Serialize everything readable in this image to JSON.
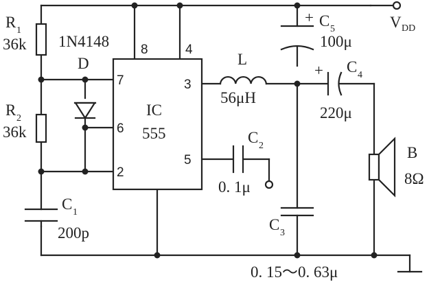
{
  "supply": {
    "label": "V",
    "sub": "DD"
  },
  "ic": {
    "name": "IC",
    "part": "555"
  },
  "pins": {
    "p8": "8",
    "p4": "4",
    "p7": "7",
    "p6": "6",
    "p2": "2",
    "p3": "3",
    "p5": "5"
  },
  "r1": {
    "label": "R",
    "sub": "1",
    "value": "36k"
  },
  "r2": {
    "label": "R",
    "sub": "2",
    "value": "36k"
  },
  "diode": {
    "type": "1N4148",
    "label": "D"
  },
  "c1": {
    "label": "C",
    "sub": "1",
    "value": "200p"
  },
  "c2": {
    "label": "C",
    "sub": "2",
    "value": "0. 1μ"
  },
  "c3": {
    "label": "C",
    "sub": "3",
    "value": "0. 15～0. 63μ"
  },
  "c4": {
    "label": "C",
    "sub": "4",
    "value": "220μ",
    "polarity": "+"
  },
  "c5": {
    "label": "C",
    "sub": "5",
    "value": "100μ",
    "polarity": "+"
  },
  "inductor": {
    "label": "L",
    "value": "56μH"
  },
  "speaker": {
    "label": "B",
    "value": "8Ω"
  }
}
